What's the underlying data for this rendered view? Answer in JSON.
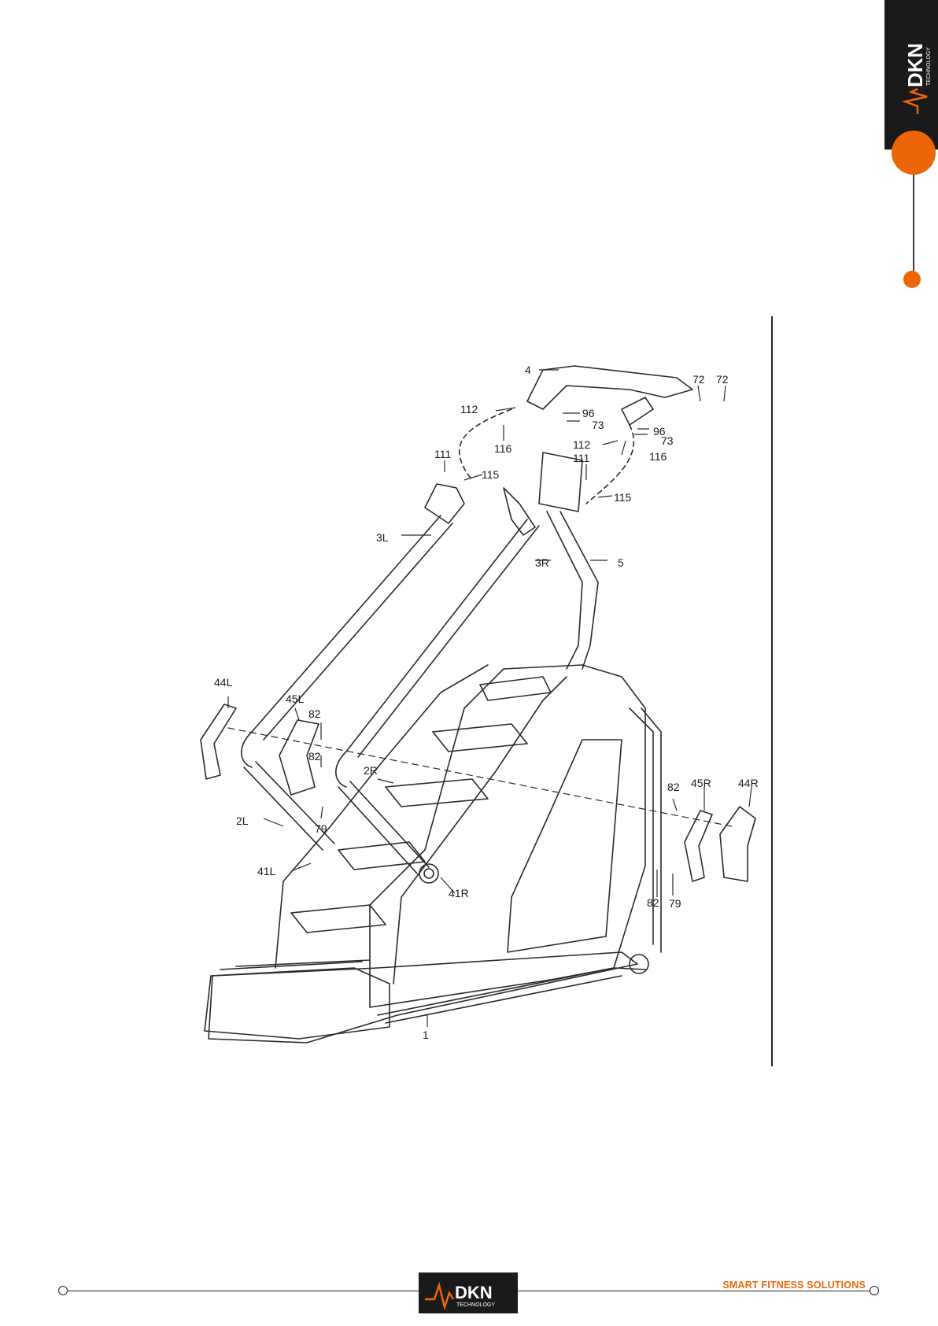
{
  "brand": {
    "logo_text": "DKN",
    "logo_sub": "TECHNOLOGY",
    "accent_color": "#ec6608",
    "dark_color": "#1a1a1a"
  },
  "footer": {
    "slogan": "SMART FITNESS SOLUTIONS"
  },
  "diagram": {
    "callouts": [
      "1",
      "2L",
      "2R",
      "3L",
      "3R",
      "4",
      "5",
      "41L",
      "41R",
      "44L",
      "44R",
      "45L",
      "45R",
      "72",
      "72",
      "73",
      "73",
      "79",
      "79",
      "82",
      "82",
      "82",
      "82",
      "96",
      "96",
      "111",
      "111",
      "112",
      "112",
      "115",
      "115",
      "116",
      "116"
    ]
  }
}
